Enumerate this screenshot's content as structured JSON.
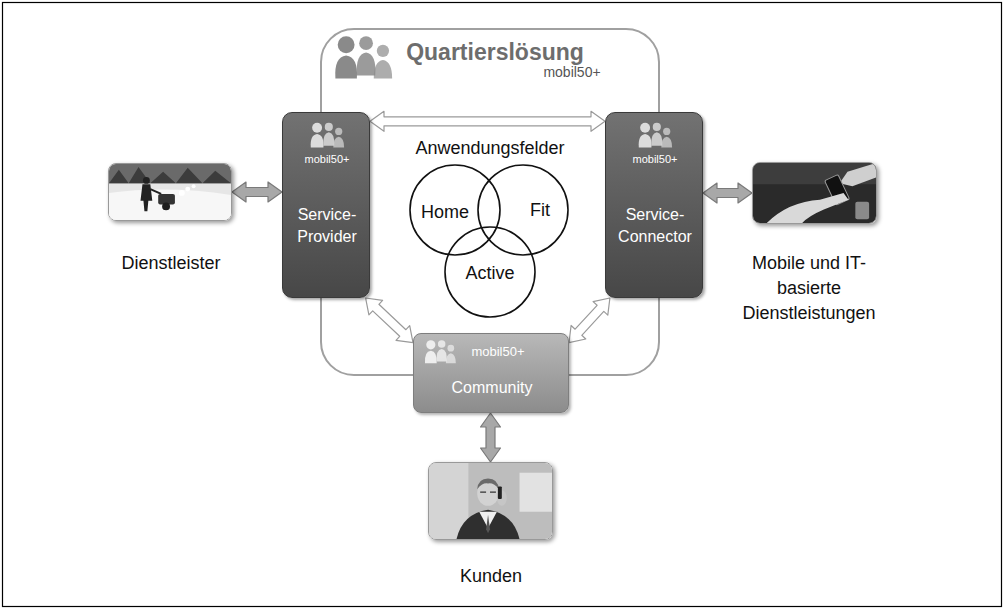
{
  "diagram": {
    "nodes": [
      {
        "text": [
          "Quartierslösung",
          "mobil50+"
        ]
      },
      {
        "text": [
          "Dienstleister"
        ]
      },
      {
        "text": [
          "mobil50+",
          "Service- Provider"
        ]
      },
      {
        "text": [
          "Home"
        ],
        "in": 0
      },
      {
        "text": [
          "Fit"
        ],
        "in": 0
      },
      {
        "text": [
          "Active"
        ],
        "in": 0
      },
      {
        "text": [
          "mobil50+",
          "Service- Connector"
        ]
      },
      {
        "text": [
          "Mobile und IT- basierte Dienstleistungen"
        ]
      },
      {
        "text": [
          "mobil50+",
          "Community"
        ]
      },
      {
        "text": [
          "Kunden"
        ]
      }
    ],
    "edges": [
      {
        "from": 1,
        "to": 2,
        "arrow": "both"
      },
      {
        "from": 2,
        "to": 6,
        "arrow": "both"
      },
      {
        "from": 6,
        "to": 7,
        "arrow": "both"
      },
      {
        "from": 2,
        "to": 8,
        "arrow": "both"
      },
      {
        "from": 6,
        "to": 8,
        "arrow": "both"
      },
      {
        "from": 8,
        "to": 9,
        "arrow": "both"
      }
    ],
    "labels": [
      "Anwendungsfelder"
    ]
  }
}
